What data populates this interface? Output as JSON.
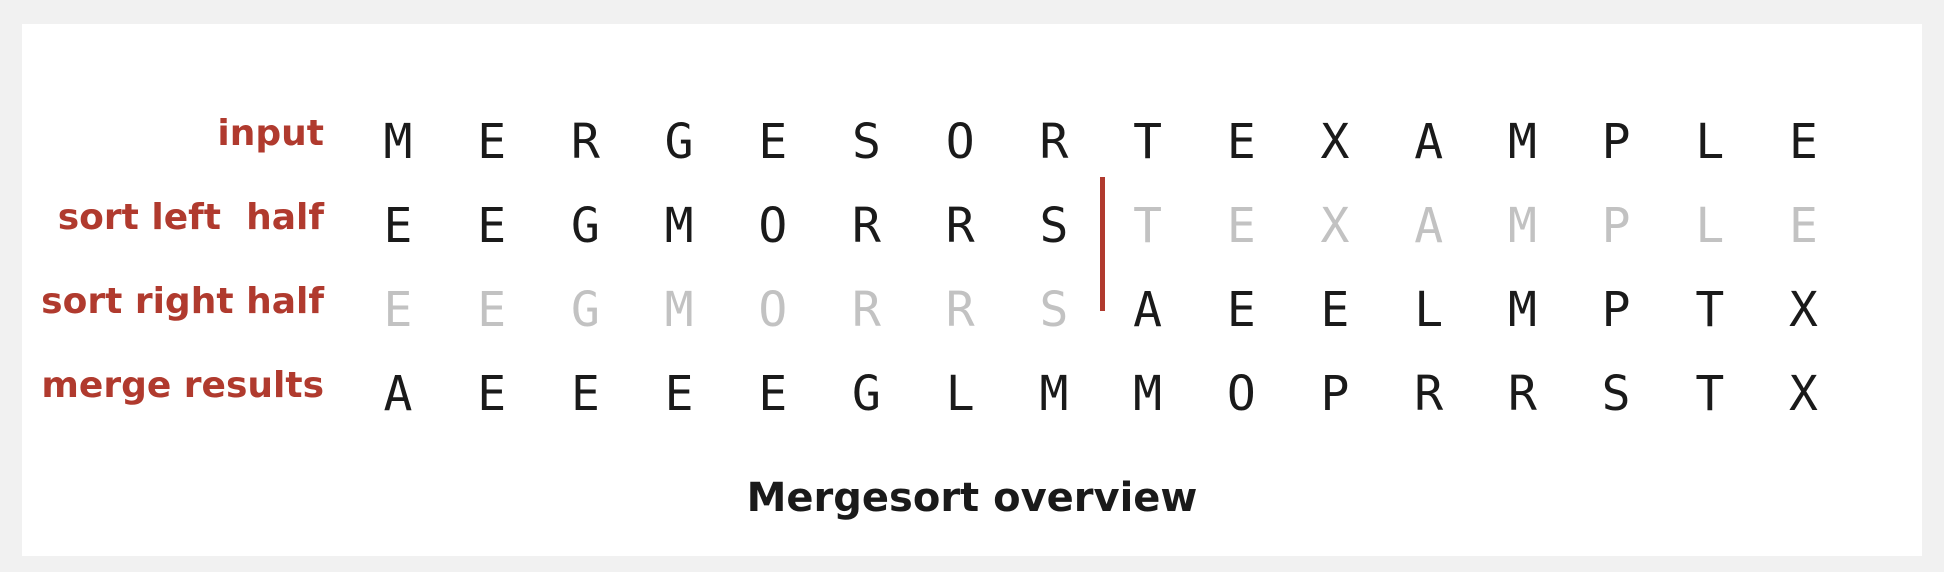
{
  "rows": [
    {
      "label": "input",
      "letters": [
        "M",
        "E",
        "R",
        "G",
        "E",
        "S",
        "O",
        "R",
        "T",
        "E",
        "X",
        "A",
        "M",
        "P",
        "L",
        "E"
      ],
      "dimmed": [
        false,
        false,
        false,
        false,
        false,
        false,
        false,
        false,
        false,
        false,
        false,
        false,
        false,
        false,
        false,
        false
      ]
    },
    {
      "label": "sort left  half",
      "letters": [
        "E",
        "E",
        "G",
        "M",
        "O",
        "R",
        "R",
        "S",
        "T",
        "E",
        "X",
        "A",
        "M",
        "P",
        "L",
        "E"
      ],
      "dimmed": [
        false,
        false,
        false,
        false,
        false,
        false,
        false,
        false,
        true,
        true,
        true,
        true,
        true,
        true,
        true,
        true
      ]
    },
    {
      "label": "sort right half",
      "letters": [
        "E",
        "E",
        "G",
        "M",
        "O",
        "R",
        "R",
        "S",
        "A",
        "E",
        "E",
        "L",
        "M",
        "P",
        "T",
        "X"
      ],
      "dimmed": [
        true,
        true,
        true,
        true,
        true,
        true,
        true,
        true,
        false,
        false,
        false,
        false,
        false,
        false,
        false,
        false
      ]
    },
    {
      "label": "merge results",
      "letters": [
        "A",
        "E",
        "E",
        "E",
        "E",
        "G",
        "L",
        "M",
        "M",
        "O",
        "P",
        "R",
        "R",
        "S",
        "T",
        "X"
      ],
      "dimmed": [
        false,
        false,
        false,
        false,
        false,
        false,
        false,
        false,
        false,
        false,
        false,
        false,
        false,
        false,
        false,
        false
      ]
    }
  ],
  "caption": "Mergesort overview",
  "colors": {
    "accent": "#b03a2e",
    "text": "#1a1a1a",
    "dimmed": "#c2c2c2"
  }
}
